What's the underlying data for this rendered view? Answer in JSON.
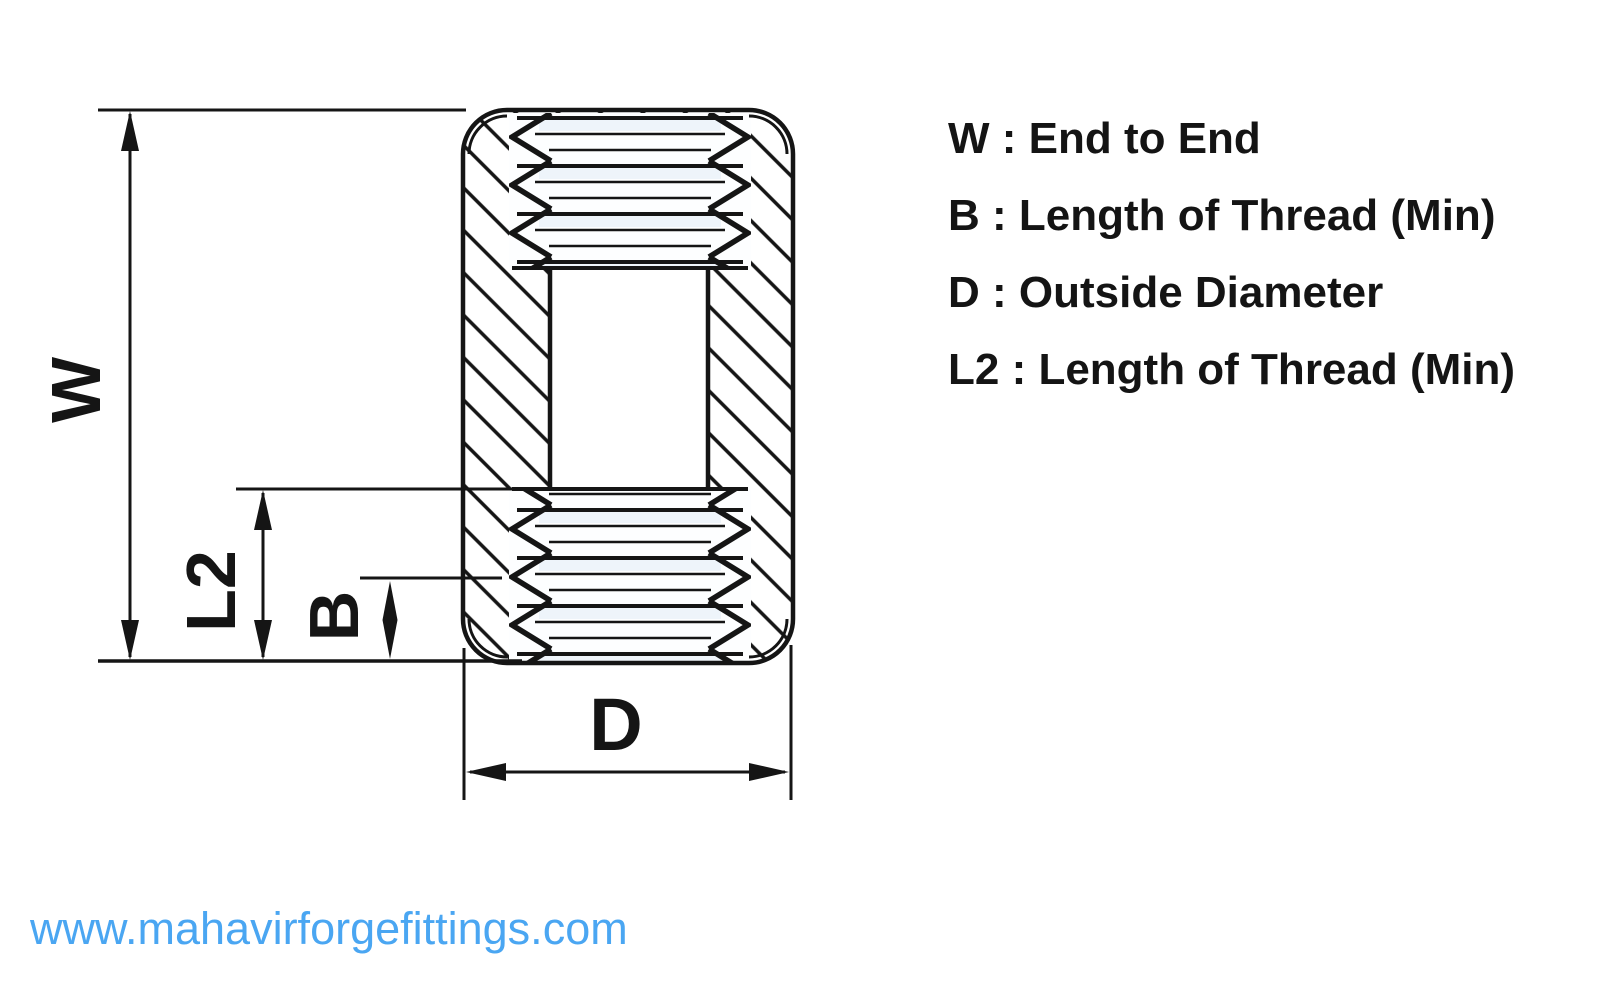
{
  "figure": {
    "type": "technical-diagram",
    "subject": "Threaded pipe coupling cross-section with dimension callouts"
  },
  "dimension_labels": {
    "w": "W",
    "l2": "L2",
    "b": "B",
    "d": "D"
  },
  "legend": {
    "items": [
      {
        "symbol": "W",
        "label": "W : End to End"
      },
      {
        "symbol": "B",
        "label": "B : Length of Thread (Min)"
      },
      {
        "symbol": "D",
        "label": "D : Outside Diameter"
      },
      {
        "symbol": "L2",
        "label": "L2 : Length of Thread (Min)"
      }
    ]
  },
  "watermark": {
    "text": "www.mahavirforgefittings.com",
    "color": "#4aa6f2"
  },
  "colors": {
    "line": "#151515",
    "background": "#ffffff",
    "thread_tint": "#eef4fa"
  }
}
